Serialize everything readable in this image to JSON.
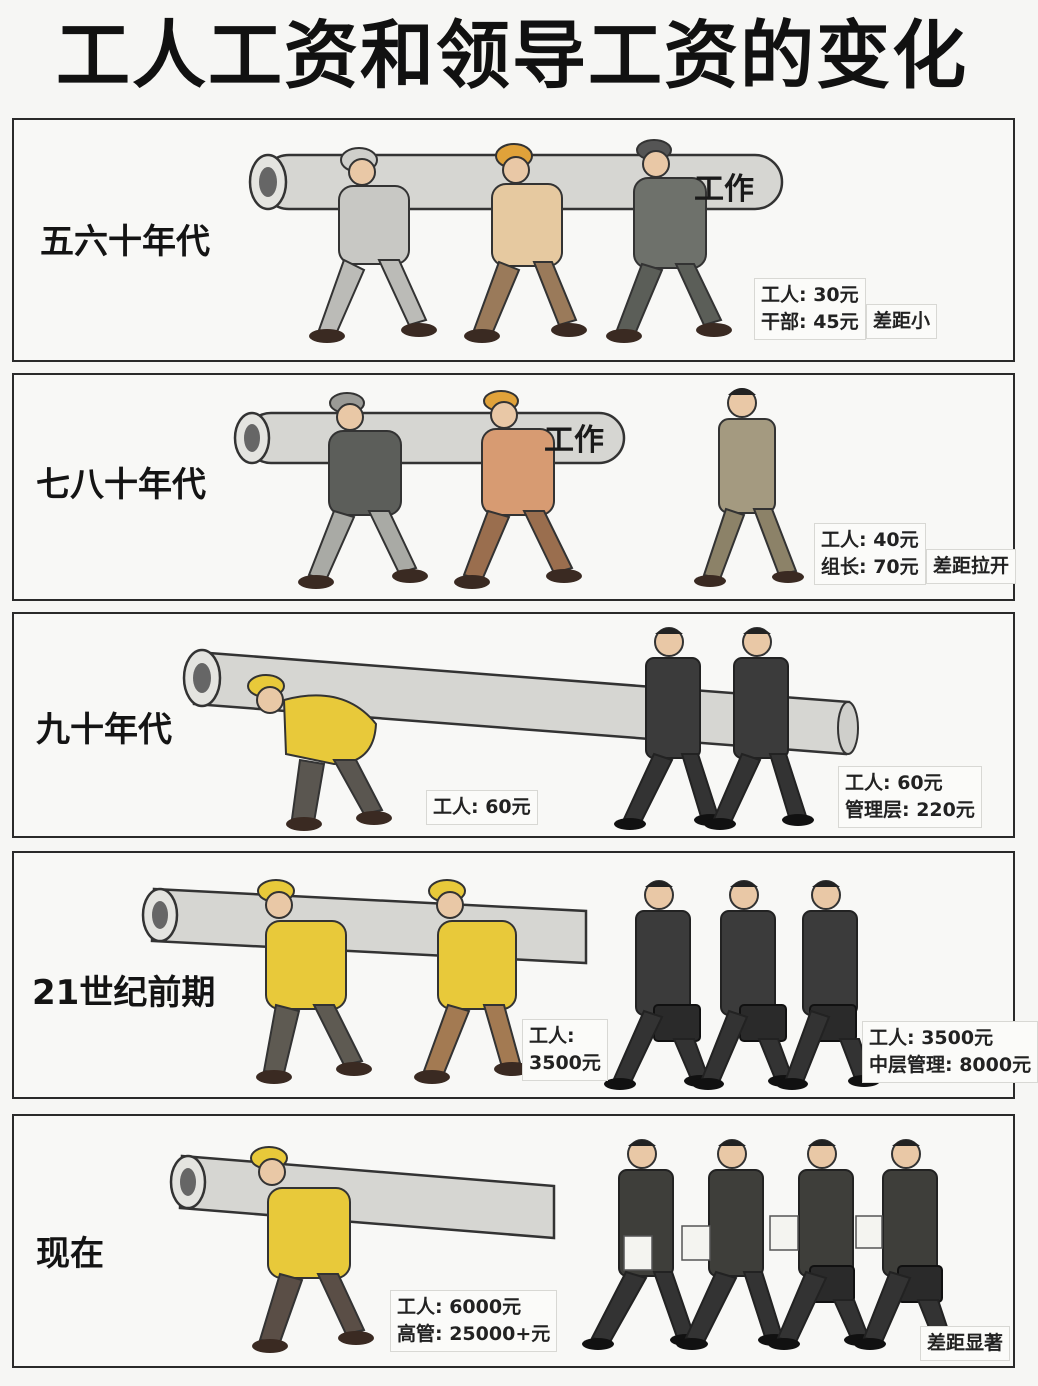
{
  "title": "工人工资和领导工资的变化",
  "panels": [
    {
      "era": "五六十年代",
      "pipe_label": "工作",
      "notes": [
        {
          "lines": [
            "工人: 30元",
            "干部: 45元"
          ]
        },
        {
          "lines": [
            "差距小"
          ]
        }
      ]
    },
    {
      "era": "七八十年代",
      "pipe_label": "工作",
      "notes": [
        {
          "lines": [
            "工人: 40元",
            "组长: 70元"
          ]
        },
        {
          "lines": [
            "差距拉开"
          ]
        }
      ]
    },
    {
      "era": "九十年代",
      "notes": [
        {
          "lines": [
            "工人: 60元"
          ]
        },
        {
          "lines": [
            "工人: 60元",
            "管理层: 220元"
          ]
        }
      ]
    },
    {
      "era": "21世纪前期",
      "notes": [
        {
          "lines": [
            "工人:",
            "3500元"
          ]
        },
        {
          "lines": [
            "工人: 3500元",
            "中层管理: 8000元"
          ]
        }
      ]
    },
    {
      "era": "现在",
      "notes": [
        {
          "lines": [
            "工人: 6000元",
            "高管: 25000+元"
          ]
        },
        {
          "lines": [
            "差距显著"
          ]
        }
      ]
    }
  ],
  "colors": {
    "border": "#2a2a2a",
    "vest_yellow": "#e8c93a",
    "hat_orange": "#e0a23a",
    "suit_dark": "#3b3b3b",
    "pipe_light": "#d8d8d4"
  }
}
